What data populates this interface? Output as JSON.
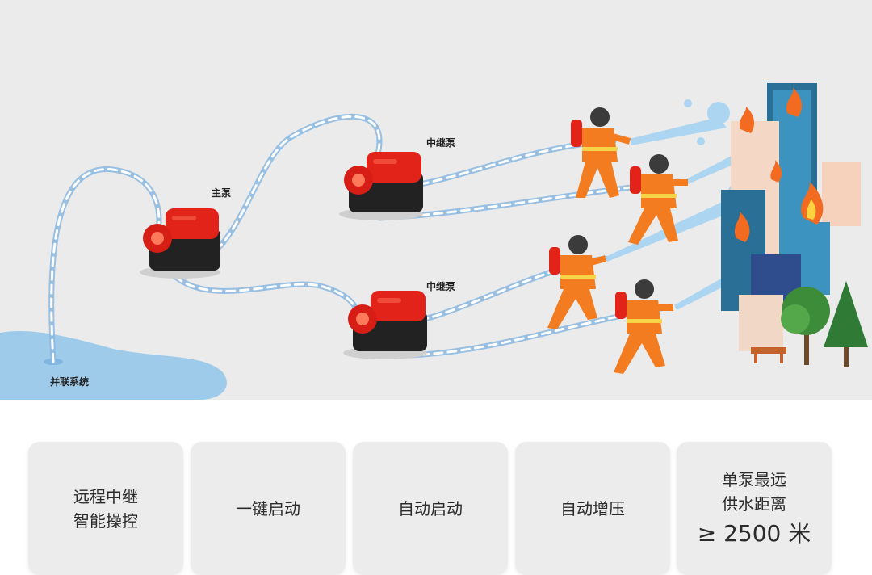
{
  "diagram": {
    "labels": {
      "main_pump": "主泵",
      "relay_pump_top": "中继泵",
      "relay_pump_bottom": "中继泵",
      "water_source": "并联系统"
    }
  },
  "features": [
    {
      "lines": [
        "远程中继",
        "智能操控"
      ]
    },
    {
      "lines": [
        "一键启动"
      ]
    },
    {
      "lines": [
        "自动启动"
      ]
    },
    {
      "lines": [
        "自动增压"
      ]
    },
    {
      "lines": [
        "单泵最远",
        "供水距离"
      ],
      "big": "≥ 2500 米"
    }
  ],
  "colors": {
    "background": "#ebebeb",
    "pump_red": "#e2231a",
    "hose": "#8ab8e0",
    "water_pool": "#9fcbea",
    "firefighter_orange": "#f47c20",
    "card_bg": "#ececec"
  }
}
